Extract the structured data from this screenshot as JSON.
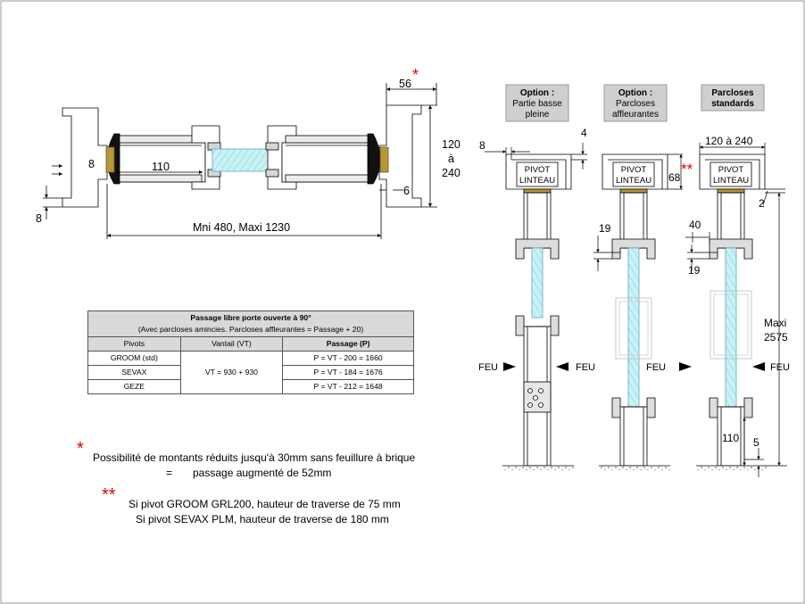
{
  "top_view": {
    "star": "*",
    "dim_56": "56",
    "dim_8_left": "8",
    "dim_8_bottom": "8",
    "dim_110": "110",
    "dim_6": "6",
    "dim_120": "120",
    "dim_a": "à",
    "dim_240": "240",
    "dim_span": "Mni 480, Maxi 1230"
  },
  "table": {
    "title": "Passage libre porte ouverte à 90°",
    "subtitle": "(Avec parcloses amincies. Parcloses affleurantes = Passage + 20)",
    "headers": [
      "Pivots",
      "Vantail (VT)",
      "Passage (P)"
    ],
    "vantail": "VT = 930 + 930",
    "rows": [
      {
        "pivot": "GROOM (std)",
        "passage": "P = VT - 200 = 1660"
      },
      {
        "pivot": "SEVAX",
        "passage": "P = VT - 184 = 1676"
      },
      {
        "pivot": "GEZE",
        "passage": "P = VT - 212 = 1648"
      }
    ]
  },
  "notes": {
    "star1": "*",
    "line1": "Possibilité de montants réduits jusqu'à 30mm sans feuillure à brique",
    "line2_eq": "=",
    "line2": "passage augmenté de 52mm",
    "star2": "**",
    "line3": "Si pivot GROOM GRL200, hauteur de traverse de 75 mm",
    "line4": "Si pivot SEVAX PLM, hauteur de traverse de 180 mm"
  },
  "sections": {
    "option1": [
      "Option :",
      "Partie basse",
      "pleine"
    ],
    "option2": [
      "Option :",
      "Parcloses",
      "affleurantes"
    ],
    "option3": [
      "Parcloses",
      "standards"
    ],
    "pivot1": "PIVOT",
    "pivot2": "LINTEAU",
    "feu": "FEU",
    "dim_8": "8",
    "dim_4": "4",
    "dim_19a": "19",
    "dim_40": "40",
    "dim_19b": "19",
    "dim_68": "68",
    "dim_120_240": "120 à 240",
    "stars": "**",
    "dim_2": "2",
    "maxi": "Maxi",
    "maxi_val": "2575",
    "dim_110": "110",
    "dim_5": "5"
  },
  "colors": {
    "glass": "#bff0f4",
    "brass": "#b8963a",
    "frame_gray": "#cfcfcf",
    "star_red": "#e00000"
  }
}
